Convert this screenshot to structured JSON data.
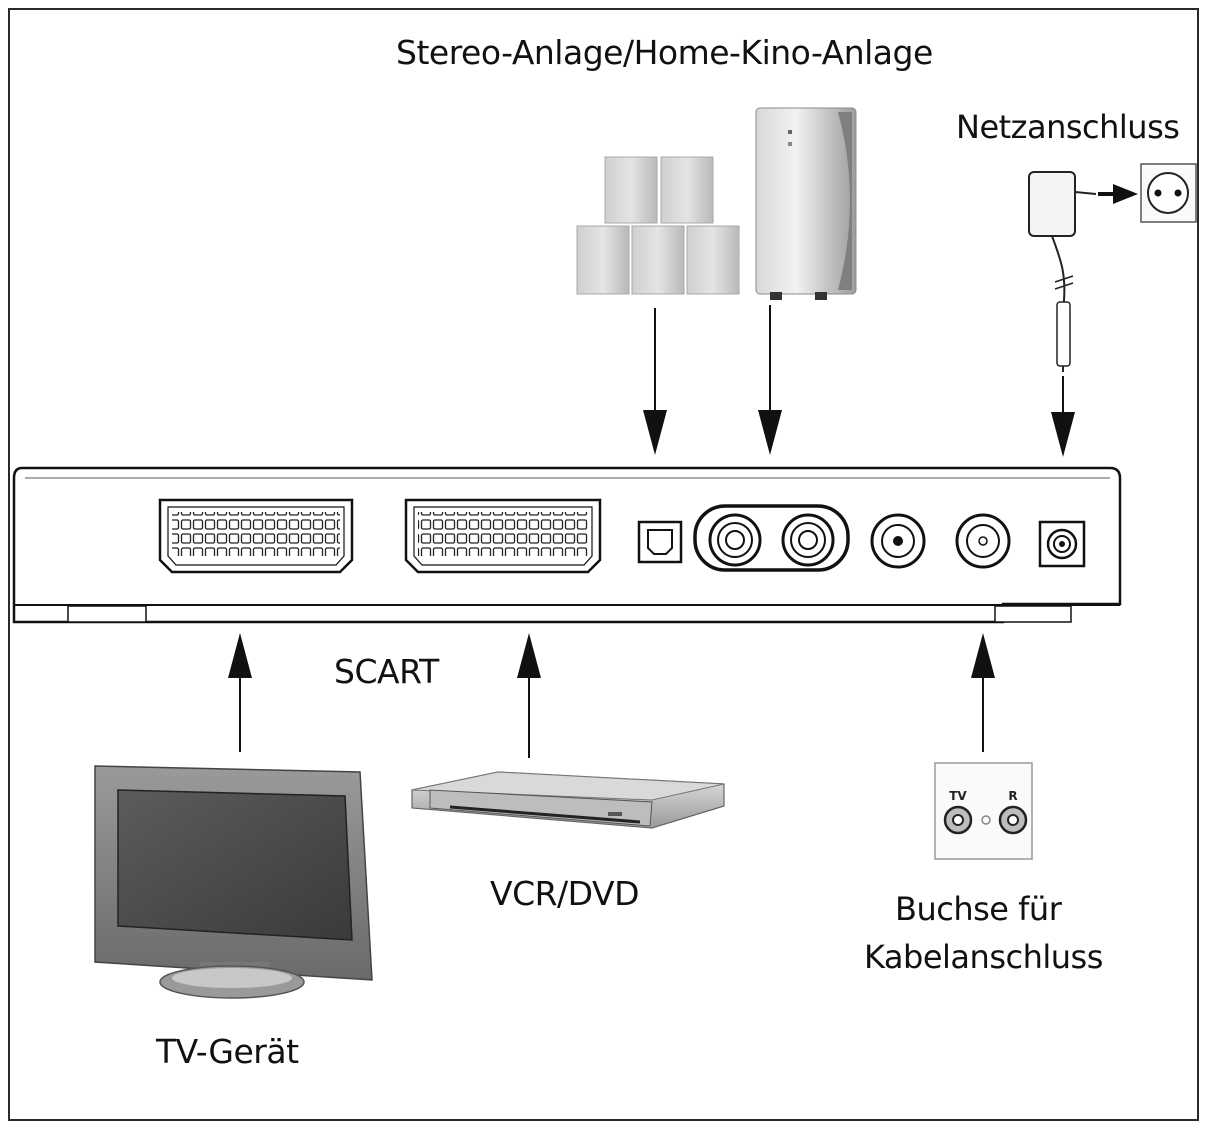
{
  "labels": {
    "stereo": "Stereo-Anlage/Home-Kino-Anlage",
    "power": "Netzanschluss",
    "scart": "SCART",
    "vcr": "VCR/DVD",
    "tv": "TV-Gerät",
    "cable_line1": "Buchse für",
    "cable_line2": "Kabelanschluss",
    "wall_tv": "TV",
    "wall_r": "R"
  },
  "icons": [
    "speaker-set-icon",
    "subwoofer-icon",
    "power-adapter-icon",
    "wall-socket-icon",
    "tv-set-icon",
    "vcr-dvd-player-icon",
    "antenna-wall-socket-icon",
    "receiver-icon"
  ]
}
